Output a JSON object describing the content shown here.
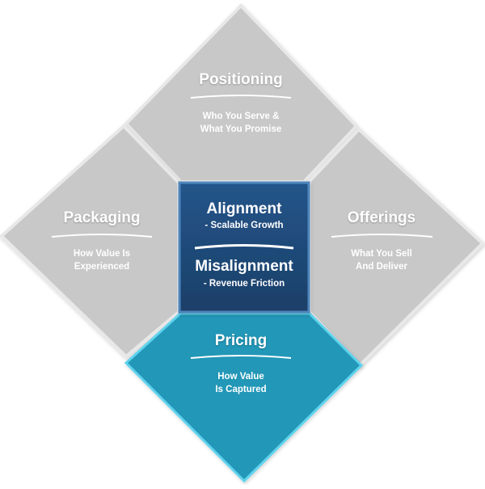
{
  "colors": {
    "gray_panel": "#c8c8c8",
    "gray_border": "#e6e6e6",
    "center_fill": "#1f4a78",
    "center_border": "#4f86bd",
    "pricing_fill": "#2497b7",
    "pricing_border": "#5fd3ee"
  },
  "positioning": {
    "title": "Positioning",
    "subtitle": "Who You Serve &\nWhat You Promise"
  },
  "packaging": {
    "title": "Packaging",
    "subtitle": "How Value Is\nExperienced"
  },
  "offerings": {
    "title": "Offerings",
    "subtitle": "What You Sell\nAnd Deliver"
  },
  "pricing": {
    "title": "Pricing",
    "subtitle": "How Value\nIs Captured"
  },
  "center": {
    "top_title": "Alignment",
    "top_sub": "-  Scalable Growth",
    "bottom_title": "Misalignment",
    "bottom_sub": "-  Revenue Friction"
  }
}
